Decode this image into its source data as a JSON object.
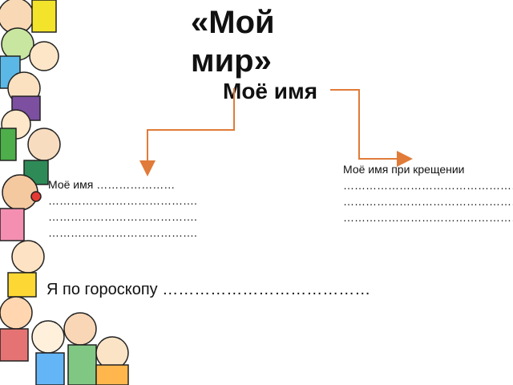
{
  "slide": {
    "title": "«Мой мир»",
    "subtitle": "Моё имя"
  },
  "left_block": {
    "lines": [
      "Моё имя …………………",
      "………………………………….",
      "………………………………….",
      "…………………………………."
    ]
  },
  "right_block": {
    "lines": [
      "Моё имя при крещении",
      "…………………………………………",
      "…………………………………………",
      "…………………………………………"
    ]
  },
  "horoscope": {
    "text": "Я по гороскопу …………………………………"
  },
  "colors": {
    "arrow": "#e07b39",
    "text": "#111111"
  },
  "decor": {
    "icon": "cartoon-children-border"
  }
}
